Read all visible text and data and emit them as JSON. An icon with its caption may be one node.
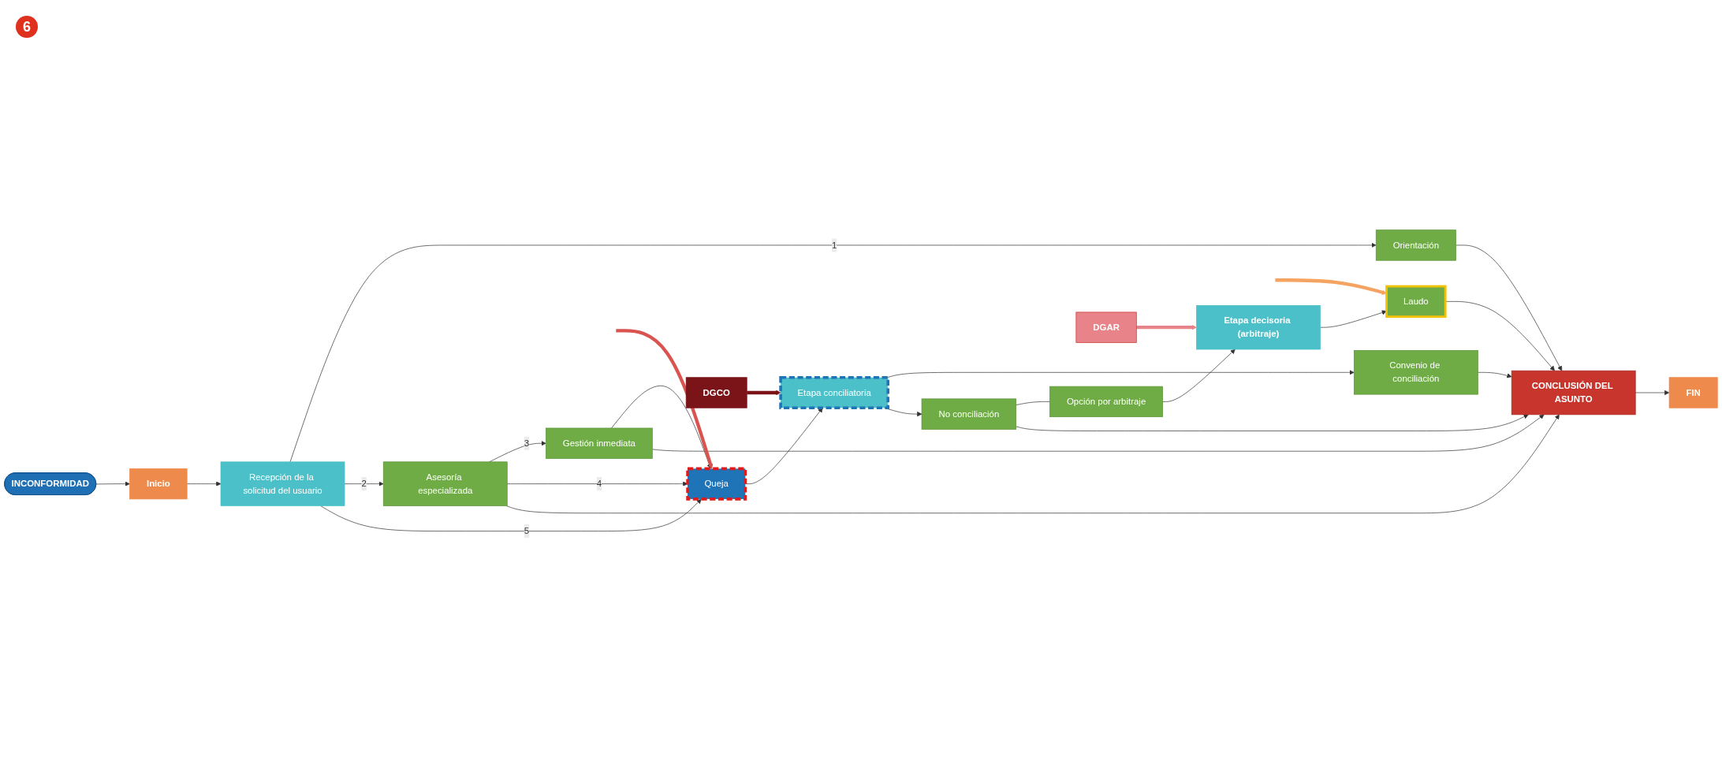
{
  "diagram": {
    "nodes": [
      {
        "text": [
          "INCONFORMIDAD"
        ]
      },
      {
        "text": [
          "Inicio"
        ]
      },
      {
        "text": [
          "Recepción de la solicitud del usuario"
        ]
      },
      {
        "text": [
          "Orientación"
        ]
      },
      {
        "text": [
          "Asesoría especializada"
        ]
      },
      {
        "text": [
          "Gestión inmediata"
        ]
      },
      {
        "text": [
          "Queja"
        ]
      },
      {
        "text": [
          "Etapa conciliatoria"
        ]
      },
      {
        "text": [
          "Convenio de conciliación"
        ]
      },
      {
        "text": [
          "No conciliación"
        ]
      },
      {
        "text": [
          "Opción por arbitraje"
        ]
      },
      {
        "text": [
          "Etapa decisoria (arbitraje)"
        ]
      },
      {
        "text": [
          "Laudo"
        ]
      },
      {
        "text": [
          "CONCLUSIÓN DEL ASUNTO"
        ]
      },
      {
        "text": [
          "FIN"
        ]
      },
      {
        "text": [
          "DGCO"
        ]
      },
      {
        "text": [
          "DGAR"
        ]
      }
    ],
    "edges": [
      {
        "from": 0,
        "to": 1,
        "arrow": "to"
      },
      {
        "from": 1,
        "to": 2,
        "arrow": "to"
      },
      {
        "from": 2,
        "to": 3,
        "arrow": "to",
        "label": "1"
      },
      {
        "from": 2,
        "to": 4,
        "arrow": "to",
        "label": "2"
      },
      {
        "from": 4,
        "to": 5,
        "arrow": "to",
        "label": "3"
      },
      {
        "from": 4,
        "to": 6,
        "arrow": "to",
        "label": "4"
      },
      {
        "from": 2,
        "to": 6,
        "arrow": "to",
        "label": "5"
      },
      {
        "from": 5,
        "to": 6,
        "arrow": "to"
      },
      {
        "from": 6,
        "to": 7,
        "arrow": "to"
      },
      {
        "from": 7,
        "to": 8,
        "arrow": "to"
      },
      {
        "from": 7,
        "to": 9,
        "arrow": "to"
      },
      {
        "from": 9,
        "to": 10,
        "arrow": "none"
      },
      {
        "from": 10,
        "to": 11,
        "arrow": "to"
      },
      {
        "from": 11,
        "to": 12,
        "arrow": "to"
      },
      {
        "from": 12,
        "to": 13,
        "arrow": "to"
      },
      {
        "from": 3,
        "to": 13,
        "arrow": "to"
      },
      {
        "from": 4,
        "to": 13,
        "arrow": "to"
      },
      {
        "from": 5,
        "to": 13,
        "arrow": "to"
      },
      {
        "from": 8,
        "to": 13,
        "arrow": "to"
      },
      {
        "from": 9,
        "to": 13,
        "arrow": "to"
      },
      {
        "from": 13,
        "to": 14,
        "arrow": "to"
      },
      {
        "from": null,
        "to": 6,
        "arrow": "to",
        "style": "thick",
        "color": "#d9534f"
      },
      {
        "from": 15,
        "to": 7,
        "arrow": "to",
        "style": "thick",
        "color": "#7b1418"
      },
      {
        "from": 16,
        "to": 11,
        "arrow": "to",
        "style": "thick",
        "color": "#e8838a"
      },
      {
        "from": null,
        "to": 12,
        "arrow": "to",
        "style": "thick",
        "color": "#f4a460"
      }
    ],
    "labels": [
      "6"
    ]
  }
}
